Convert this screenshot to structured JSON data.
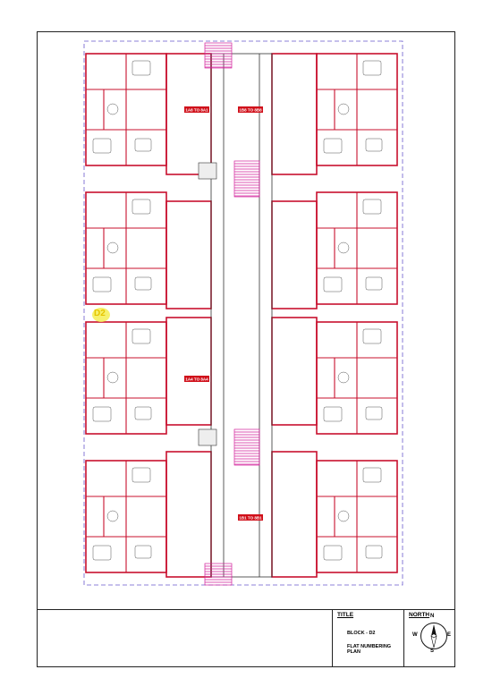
{
  "sheet": {
    "block_badge": "D2"
  },
  "title_block": {
    "title_heading": "TITLE",
    "block_name": "BLOCK - D2",
    "drawing_name": "FLAT NUMBERING PLAN",
    "north_heading": "NORTH",
    "compass": {
      "n": "N",
      "s": "S",
      "e": "E",
      "w": "W"
    }
  },
  "colors": {
    "wall": "#c8102e",
    "furniture": "#4a4a4a",
    "boundary": "#6a5acd",
    "stair": "#d21f9a",
    "badge": "#f4ee55",
    "flat_tag": "#d0101a"
  },
  "flat_tags": [
    "1A8 TO 8A1",
    "1B8 TO 8B8",
    "1A4 TO 8A4",
    "1B1 TO 8B1"
  ]
}
